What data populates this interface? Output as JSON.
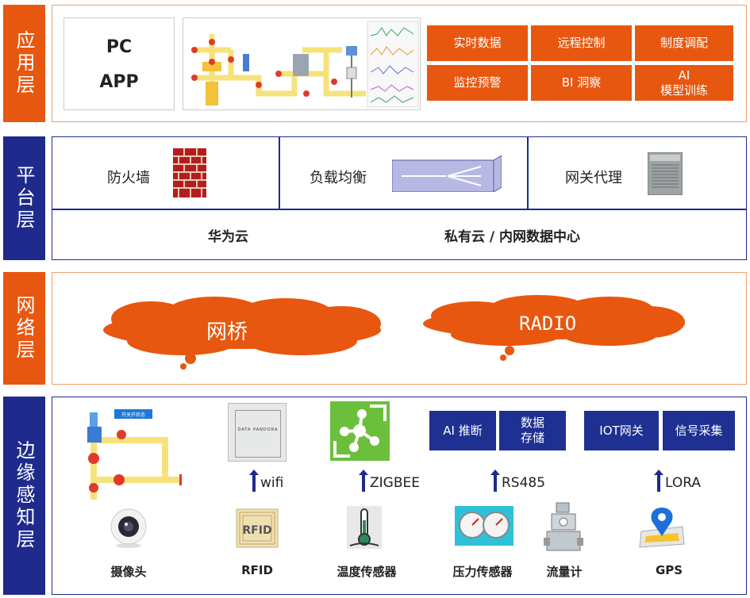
{
  "layers": {
    "application": "应用层",
    "platform": "平台层",
    "network": "网络层",
    "edge": "边缘感知层"
  },
  "app": {
    "client_pc": "PC",
    "client_app": "APP",
    "buttons": [
      "实时数据",
      "远程控制",
      "制度调配",
      "监控预警",
      "BI 洞察",
      "AI\n模型训练"
    ]
  },
  "platform": {
    "firewall": "防火墙",
    "load_balance": "负载均衡",
    "gateway_proxy": "网关代理",
    "huawei_cloud": "华为云",
    "private_cloud": "私有云 / 内网数据中心"
  },
  "network": {
    "bridge": "网桥",
    "radio": "RADIO"
  },
  "edge": {
    "device_box_text": "DATA PANDORA",
    "valve_tag": "开关开状态",
    "buttons_group1": [
      "AI 推断",
      "数据\n存储"
    ],
    "buttons_group2": [
      "IOT网关",
      "信号采集"
    ],
    "protocols": [
      "wifi",
      "ZIGBEE",
      "RS485",
      "LORA"
    ],
    "rfid_text": "RFID",
    "devices": [
      "摄像头",
      "RFID",
      "温度传感器",
      "压力传感器",
      "流量计",
      "GPS"
    ]
  },
  "colors": {
    "orange": "#e8570f",
    "navy": "#1e2b8c"
  }
}
